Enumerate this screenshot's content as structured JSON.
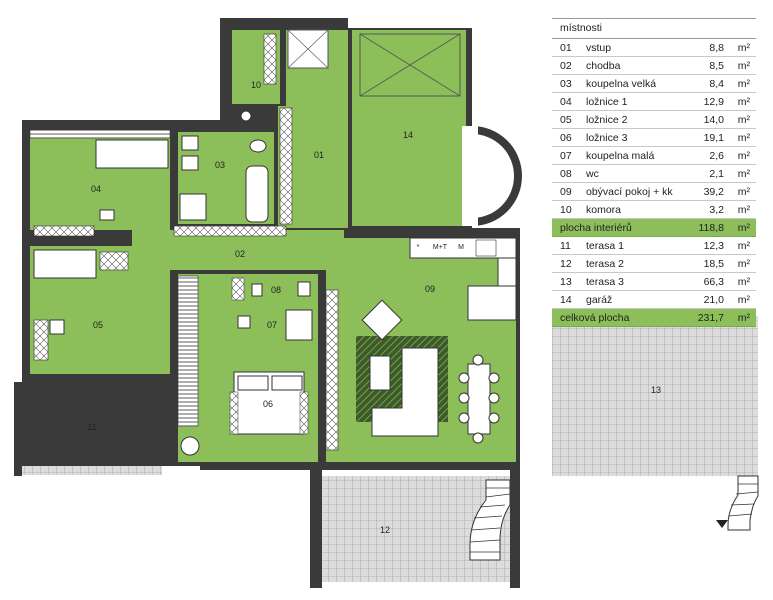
{
  "rooms": [
    {
      "id": "01",
      "label": "01"
    },
    {
      "id": "02",
      "label": "02"
    },
    {
      "id": "03",
      "label": "03"
    },
    {
      "id": "04",
      "label": "04"
    },
    {
      "id": "05",
      "label": "05"
    },
    {
      "id": "06",
      "label": "06"
    },
    {
      "id": "07",
      "label": "07"
    },
    {
      "id": "08",
      "label": "08"
    },
    {
      "id": "09",
      "label": "09"
    },
    {
      "id": "10",
      "label": "10"
    },
    {
      "id": "11",
      "label": "11"
    },
    {
      "id": "12",
      "label": "12"
    },
    {
      "id": "13",
      "label": "13"
    },
    {
      "id": "14",
      "label": "14"
    }
  ],
  "kitchen_symbols": {
    "star": "*",
    "mt": "M+T",
    "m": "M"
  },
  "colors": {
    "room": "#8cbf5a",
    "wall": "#3a3a3a",
    "terrace": "#d8d8d8",
    "grid": "#8a8a8a"
  },
  "legend": {
    "title": "místnosti",
    "unit": "m²",
    "rooms_a": [
      {
        "num": "01",
        "name": "vstup",
        "area": "8,8"
      },
      {
        "num": "02",
        "name": "chodba",
        "area": "8,5"
      },
      {
        "num": "03",
        "name": "koupelna velká",
        "area": "8,4"
      },
      {
        "num": "04",
        "name": "ložnice 1",
        "area": "12,9"
      },
      {
        "num": "05",
        "name": "ložnice 2",
        "area": "14,0"
      },
      {
        "num": "06",
        "name": "ložnice 3",
        "area": "19,1"
      },
      {
        "num": "07",
        "name": "koupelna malá",
        "area": "2,6"
      },
      {
        "num": "08",
        "name": "wc",
        "area": "2,1"
      },
      {
        "num": "09",
        "name": "obývací pokoj + kk",
        "area": "39,2"
      },
      {
        "num": "10",
        "name": "komora",
        "area": "3,2"
      }
    ],
    "subtotal": {
      "name": "plocha interiérů",
      "area": "118,8"
    },
    "rooms_b": [
      {
        "num": "11",
        "name": "terasa 1",
        "area": "12,3"
      },
      {
        "num": "12",
        "name": "terasa 2",
        "area": "18,5"
      },
      {
        "num": "13",
        "name": "terasa 3",
        "area": "66,3"
      },
      {
        "num": "14",
        "name": "garáž",
        "area": "21,0"
      }
    ],
    "total": {
      "name": "celková plocha",
      "area": "231,7"
    }
  }
}
